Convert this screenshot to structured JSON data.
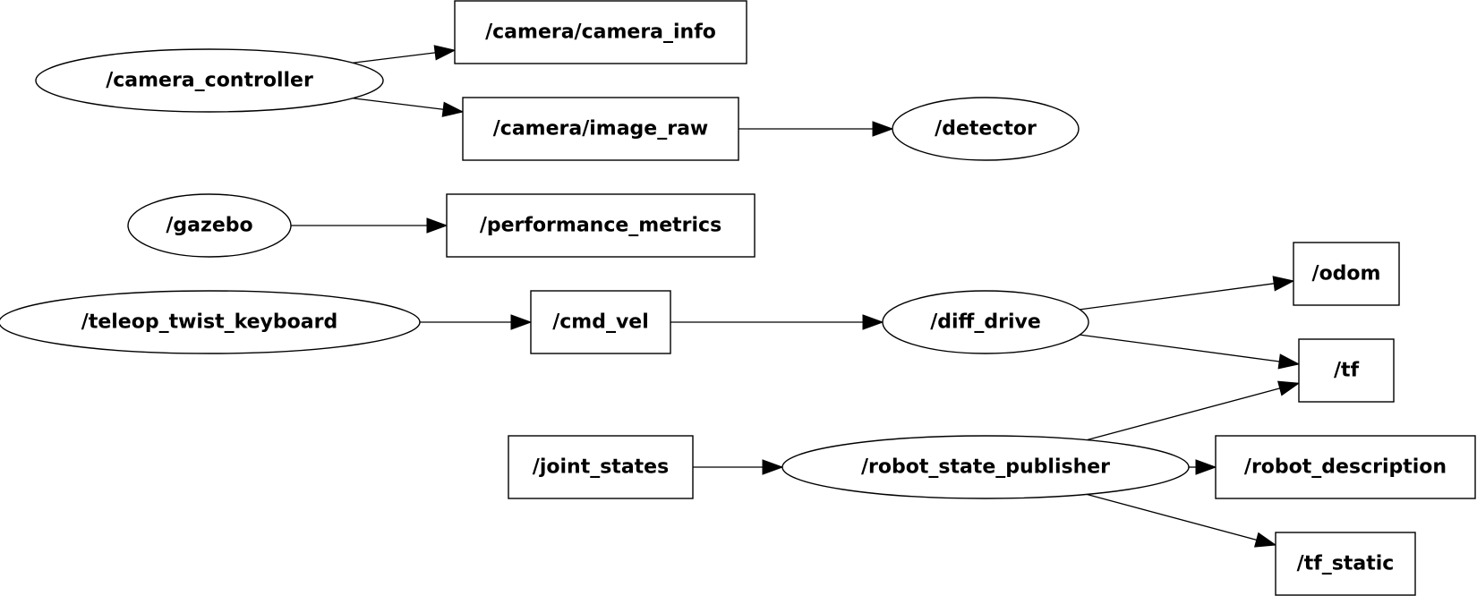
{
  "graph": {
    "nodes": [
      {
        "id": "camera_controller",
        "label": "/camera_controller",
        "kind": "node"
      },
      {
        "id": "camera_info",
        "label": "/camera/camera_info",
        "kind": "topic"
      },
      {
        "id": "image_raw",
        "label": "/camera/image_raw",
        "kind": "topic"
      },
      {
        "id": "detector",
        "label": "/detector",
        "kind": "node"
      },
      {
        "id": "gazebo",
        "label": "/gazebo",
        "kind": "node"
      },
      {
        "id": "performance_metrics",
        "label": "/performance_metrics",
        "kind": "topic"
      },
      {
        "id": "teleop_twist_keyboard",
        "label": "/teleop_twist_keyboard",
        "kind": "node"
      },
      {
        "id": "cmd_vel",
        "label": "/cmd_vel",
        "kind": "topic"
      },
      {
        "id": "diff_drive",
        "label": "/diff_drive",
        "kind": "node"
      },
      {
        "id": "odom",
        "label": "/odom",
        "kind": "topic"
      },
      {
        "id": "tf",
        "label": "/tf",
        "kind": "topic"
      },
      {
        "id": "joint_states",
        "label": "/joint_states",
        "kind": "topic"
      },
      {
        "id": "robot_state_publisher",
        "label": "/robot_state_publisher",
        "kind": "node"
      },
      {
        "id": "robot_description",
        "label": "/robot_description",
        "kind": "topic"
      },
      {
        "id": "tf_static",
        "label": "/tf_static",
        "kind": "topic"
      }
    ],
    "edges": [
      {
        "from": "camera_controller",
        "to": "camera_info"
      },
      {
        "from": "camera_controller",
        "to": "image_raw"
      },
      {
        "from": "image_raw",
        "to": "detector"
      },
      {
        "from": "gazebo",
        "to": "performance_metrics"
      },
      {
        "from": "teleop_twist_keyboard",
        "to": "cmd_vel"
      },
      {
        "from": "cmd_vel",
        "to": "diff_drive"
      },
      {
        "from": "diff_drive",
        "to": "odom"
      },
      {
        "from": "diff_drive",
        "to": "tf"
      },
      {
        "from": "robot_state_publisher",
        "to": "tf"
      },
      {
        "from": "joint_states",
        "to": "robot_state_publisher"
      },
      {
        "from": "robot_state_publisher",
        "to": "robot_description"
      },
      {
        "from": "robot_state_publisher",
        "to": "tf_static"
      }
    ]
  }
}
